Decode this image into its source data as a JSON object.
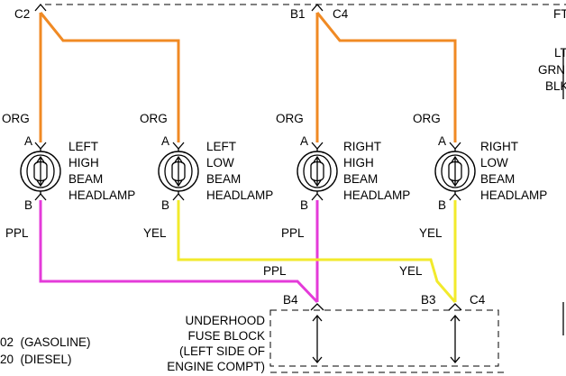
{
  "connectors": {
    "c2": "C2",
    "b1": "B1",
    "c4_top": "C4",
    "b4": "B4",
    "b3": "B3",
    "c4_bottom": "C4"
  },
  "wires": {
    "org_1": "ORG",
    "org_2": "ORG",
    "org_3": "ORG",
    "org_4": "ORG",
    "ppl_1": "PPL",
    "yel_1": "YEL",
    "ppl_2": "PPL",
    "yel_2": "YEL",
    "ppl_run": "PPL",
    "yel_run": "YEL"
  },
  "pins": {
    "a": "A",
    "b": "B"
  },
  "lamps": [
    {
      "lines": [
        "LEFT",
        "HIGH",
        "BEAM",
        "HEADLAMP"
      ]
    },
    {
      "lines": [
        "LEFT",
        "LOW",
        "BEAM",
        "HEADLAMP"
      ]
    },
    {
      "lines": [
        "RIGHT",
        "HIGH",
        "BEAM",
        "HEADLAMP"
      ]
    },
    {
      "lines": [
        "RIGHT",
        "LOW",
        "BEAM",
        "HEADLAMP"
      ]
    }
  ],
  "fuse_block": {
    "lines": [
      "UNDERHOOD",
      "FUSE BLOCK",
      "(LEFT SIDE OF",
      "ENGINE COMPT)"
    ]
  },
  "notes": {
    "gasoline": "02  (GASOLINE)",
    "diesel": "20  (DIESEL)"
  },
  "right_edge": {
    "f": "FT",
    "l": "LT",
    "grn": "GRN",
    "blk": "BLK"
  },
  "colors": {
    "orange": "#F08A24",
    "purple": "#E43BD9",
    "yellow": "#F2EA2C",
    "line": "#000000"
  }
}
